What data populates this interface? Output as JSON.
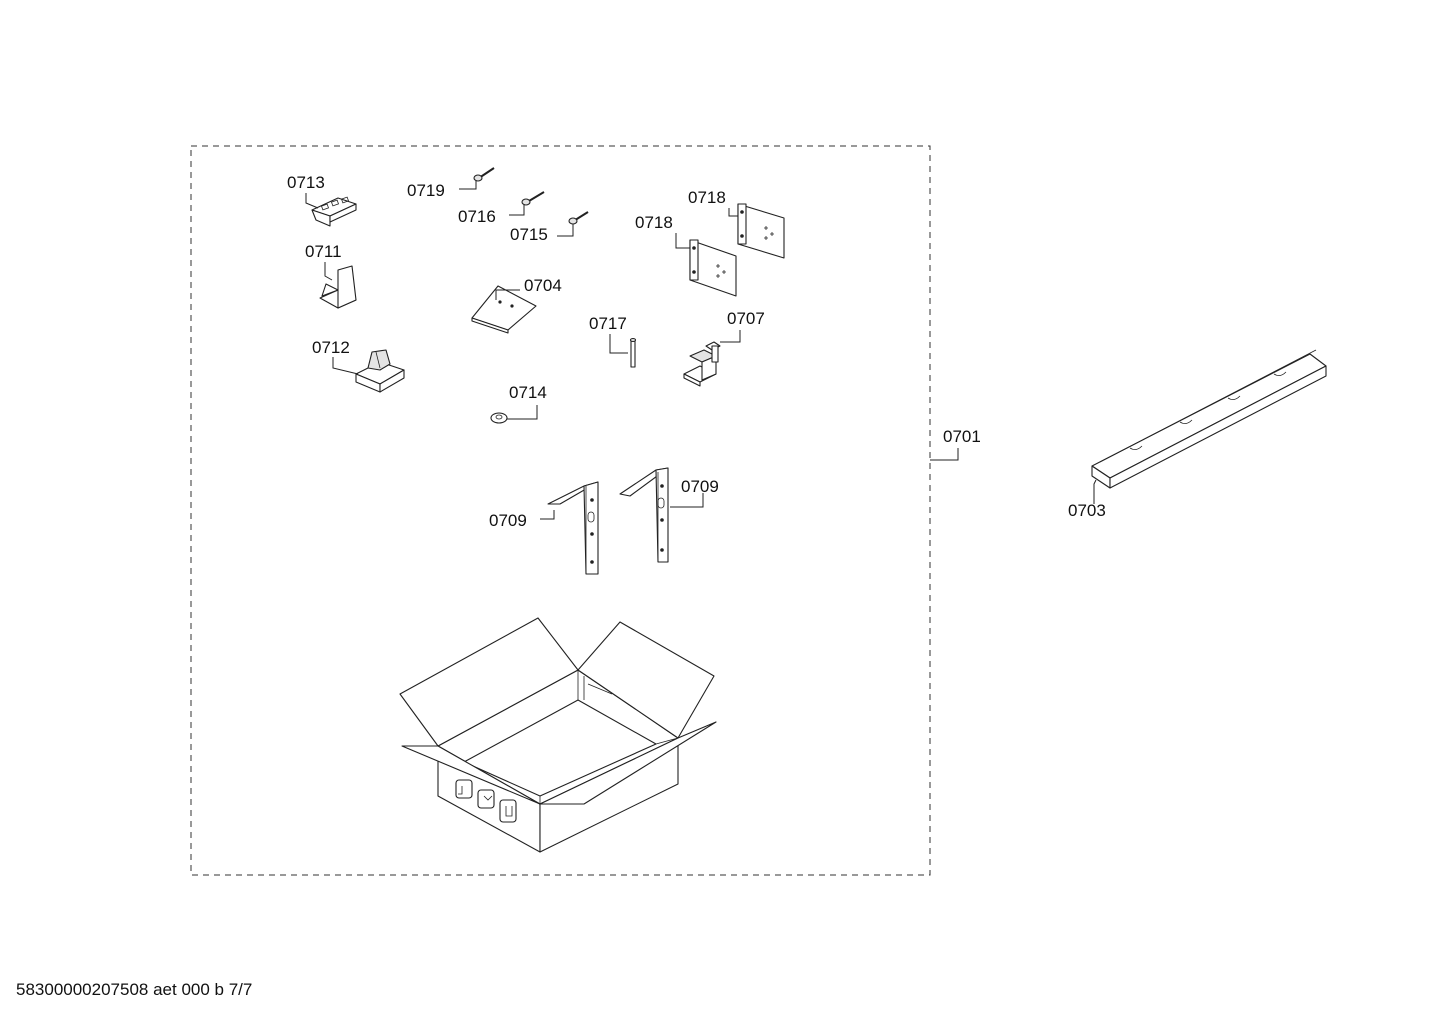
{
  "labels": {
    "p0701": "0701",
    "p0703": "0703",
    "p0704": "0704",
    "p0707": "0707",
    "p0709a": "0709",
    "p0709b": "0709",
    "p0711": "0711",
    "p0712": "0712",
    "p0713": "0713",
    "p0714": "0714",
    "p0715": "0715",
    "p0716": "0716",
    "p0717": "0717",
    "p0718a": "0718",
    "p0718b": "0718",
    "p0719": "0719"
  },
  "footer": {
    "text": "58300000207508 aet 000 b 7/7"
  }
}
